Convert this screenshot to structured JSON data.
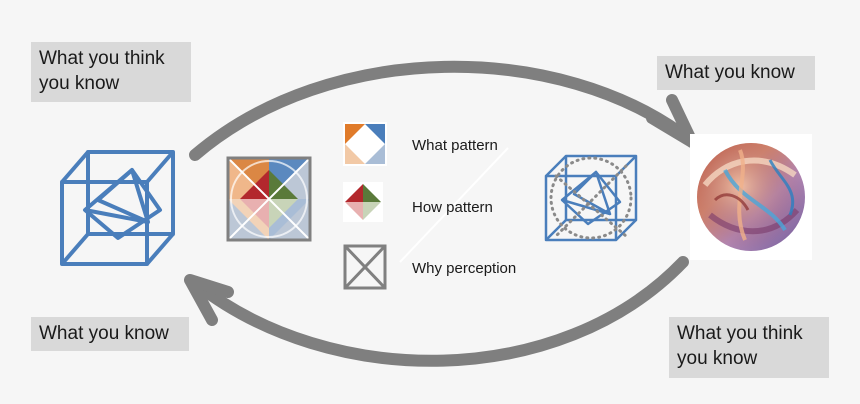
{
  "labels": {
    "top_left": "What you think\nyou know",
    "top_right": "What you know",
    "bottom_left": "What you know",
    "bottom_right": "What you think\nyou know"
  },
  "legend": {
    "what_pattern": "What pattern",
    "how_pattern": "How pattern",
    "why_perception": "Why perception"
  },
  "colors": {
    "arrow": "#7f7f7f",
    "cube_blue": "#4a7ebb",
    "orange": "#e07b2a",
    "red": "#b3282d",
    "green": "#5a7a3a",
    "gray_icon": "#808080",
    "label_bg": "#d9d9d9"
  }
}
